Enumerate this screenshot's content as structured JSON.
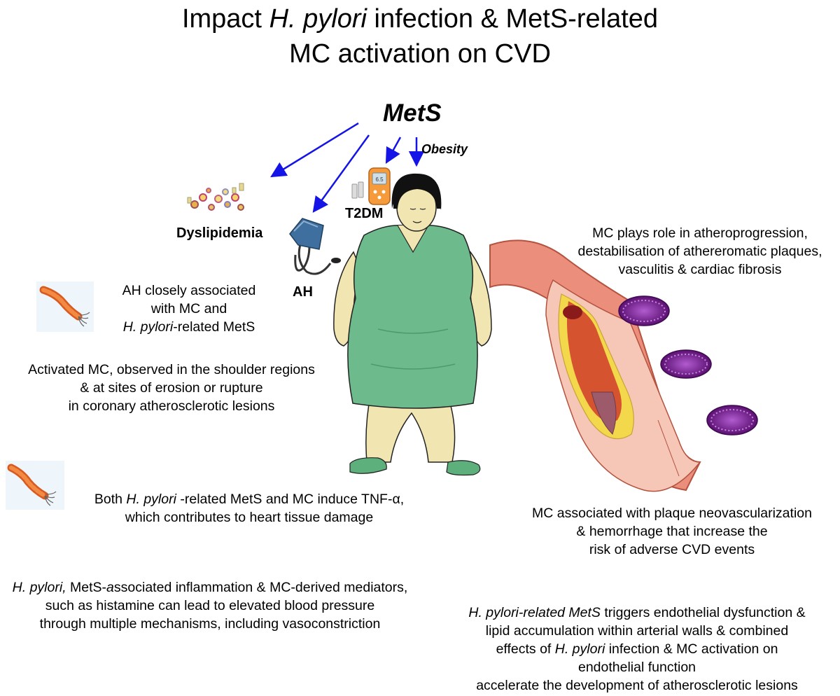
{
  "title": {
    "line1_pre": "Impact ",
    "line1_italic": "H. pylori",
    "line1_post": " infection & MetS-related",
    "line2": "MC activation on CVD"
  },
  "labels": {
    "mets": "MetS",
    "obesity": "Obesity",
    "t2dm": "T2DM",
    "dyslipidemia": "Dyslipidemia",
    "ah": "AH",
    "meter_reading": "6.5"
  },
  "texts": {
    "ah_assoc": {
      "line1": "AH closely associated",
      "line2": "with MC and",
      "line3_italic": "H. pylori",
      "line3_post": "-related MetS"
    },
    "activated_mc": {
      "line1": "Activated MC, observed in the shoulder regions",
      "line2": "& at sites of erosion or rupture",
      "line3": "in coronary atherosclerotic lesions"
    },
    "tnf": {
      "line1_pre": "Both ",
      "line1_italic": "H. pylori",
      "line1_post": " -related MetS and MC induce TNF-α,",
      "line2": "which contributes to heart tissue damage"
    },
    "inflammation": {
      "line1_italic": "H. pylori,",
      "line1_mid": " MetS-",
      "line1_italic2": "a",
      "line1_post": "ssociated inflammation & MC-derived mediators,",
      "line2": "such as histamine can lead to elevated blood pressure",
      "line3": "through multiple mechanisms, including vasoconstriction"
    },
    "mc_role": {
      "line1": "MC plays role in atheroprogression,",
      "line2": "destabilisation of athereromatic plaques,",
      "line3": "vasculitis  &  cardiac fibrosis"
    },
    "neovasc": {
      "line1": "MC associated with plaque neovascularization",
      "line2": "& hemorrhage that increase the",
      "line3": "risk of adverse CVD events"
    },
    "endothelial": {
      "line1_italic": "H. pylori-related MetS",
      "line1_post": "  triggers endothelial dysfunction &",
      "line2": "lipid accumulation  within arterial walls & combined",
      "line3_pre": "effects of ",
      "line3_italic": "H. pylori",
      "line3_post": " infection & MC activation on",
      "line4": "endothelial function",
      "line5": "accelerate the development of atherosclerotic lesions"
    }
  },
  "colors": {
    "arrow": "#1414e6",
    "dress": "#6dbb8c",
    "skin": "#f1e6b2",
    "artery": "#e98e7e",
    "mast_cell": "#7a1f9a",
    "bacterium": "#e2672a"
  },
  "icons": [
    "bacterium-icon",
    "glucometer-icon",
    "blood-pressure-cuff-icon",
    "lipid-particles-icon",
    "mast-cell-icon",
    "artery-plaque-illustration",
    "obese-woman-illustration"
  ]
}
